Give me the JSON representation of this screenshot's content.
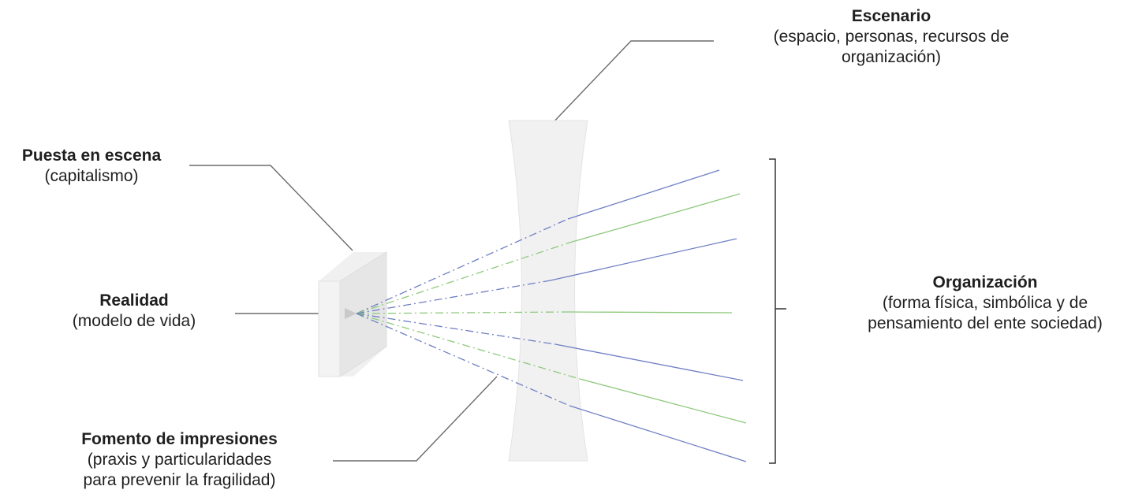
{
  "labels": {
    "escenario": {
      "title": "Escenario",
      "line1": "(espacio, personas, recursos de",
      "line2": "organización)"
    },
    "puesta": {
      "title": "Puesta en escena",
      "line1": "(capitalismo)"
    },
    "realidad": {
      "title": "Realidad",
      "line1": "(modelo de vida)"
    },
    "organizacion": {
      "title": "Organización",
      "line1": "(forma física, simbólica y de",
      "line2": "pensamiento del ente sociedad)"
    },
    "fomento": {
      "title": "Fomento de impresiones",
      "line1": "(praxis y particularidades",
      "line2": "para prevenir la fragilidad)"
    }
  },
  "colors": {
    "text": "#1f1f1f",
    "leader_line": "#6b6b6b",
    "shape_fill": "#eeeeee",
    "shape_edge": "#d6d6d6",
    "ray_blue": "#6f7fc4",
    "ray_green": "#8dc97c",
    "bracket": "#333333"
  }
}
